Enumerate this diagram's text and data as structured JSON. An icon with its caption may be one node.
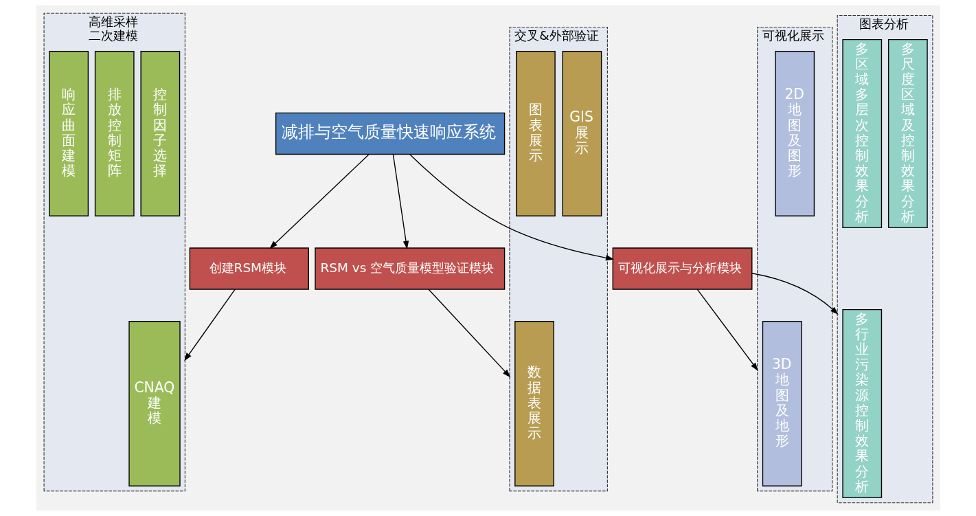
{
  "diagram": {
    "nodes": [
      {
        "text": [
          "减排与空气质量快速响应系统"
        ]
      },
      {
        "text": [
          "创建RSM模块"
        ]
      },
      {
        "text": [
          "RSM vs 空气质量模型验证模块"
        ]
      },
      {
        "text": [
          "可视化展示与分析模块"
        ]
      },
      {
        "text": [
          "高维采样",
          "二次建模"
        ]
      },
      {
        "text": [
          "控制因子选择"
        ],
        "in": 4
      },
      {
        "text": [
          "排放控制矩阵"
        ],
        "in": 4
      },
      {
        "text": [
          "CNAQ建模"
        ],
        "in": 4
      },
      {
        "text": [
          "响应曲面建模"
        ],
        "in": 4
      },
      {
        "text": [
          "交叉&外部验证"
        ]
      },
      {
        "text": [
          "GIS展示"
        ],
        "in": 9
      },
      {
        "text": [
          "数据表展示"
        ],
        "in": 9
      },
      {
        "text": [
          "图表展示"
        ],
        "in": 9
      },
      {
        "text": [
          "可视化展示"
        ]
      },
      {
        "text": [
          "2D地图及图形"
        ],
        "in": 13
      },
      {
        "text": [
          "3D地图及地形"
        ],
        "in": 13
      },
      {
        "text": [
          "图表分析"
        ]
      },
      {
        "text": [
          "多尺度区域及控制效果分析"
        ],
        "in": 16
      },
      {
        "text": [
          "多行业污染源控制效果分析"
        ],
        "in": 16
      },
      {
        "text": [
          "多区域多层次控制效果分析"
        ],
        "in": 16
      }
    ],
    "edges": [
      {
        "from": 0,
        "to": 1,
        "arrow": "to"
      },
      {
        "from": 0,
        "to": 2,
        "arrow": "to"
      },
      {
        "from": 0,
        "to": 3,
        "arrow": "to"
      },
      {
        "from": 1,
        "to": 4,
        "arrow": "to"
      },
      {
        "from": 2,
        "to": 9,
        "arrow": "to"
      },
      {
        "from": 3,
        "to": 13,
        "arrow": "to"
      },
      {
        "from": 3,
        "to": 16,
        "arrow": "to"
      }
    ]
  }
}
